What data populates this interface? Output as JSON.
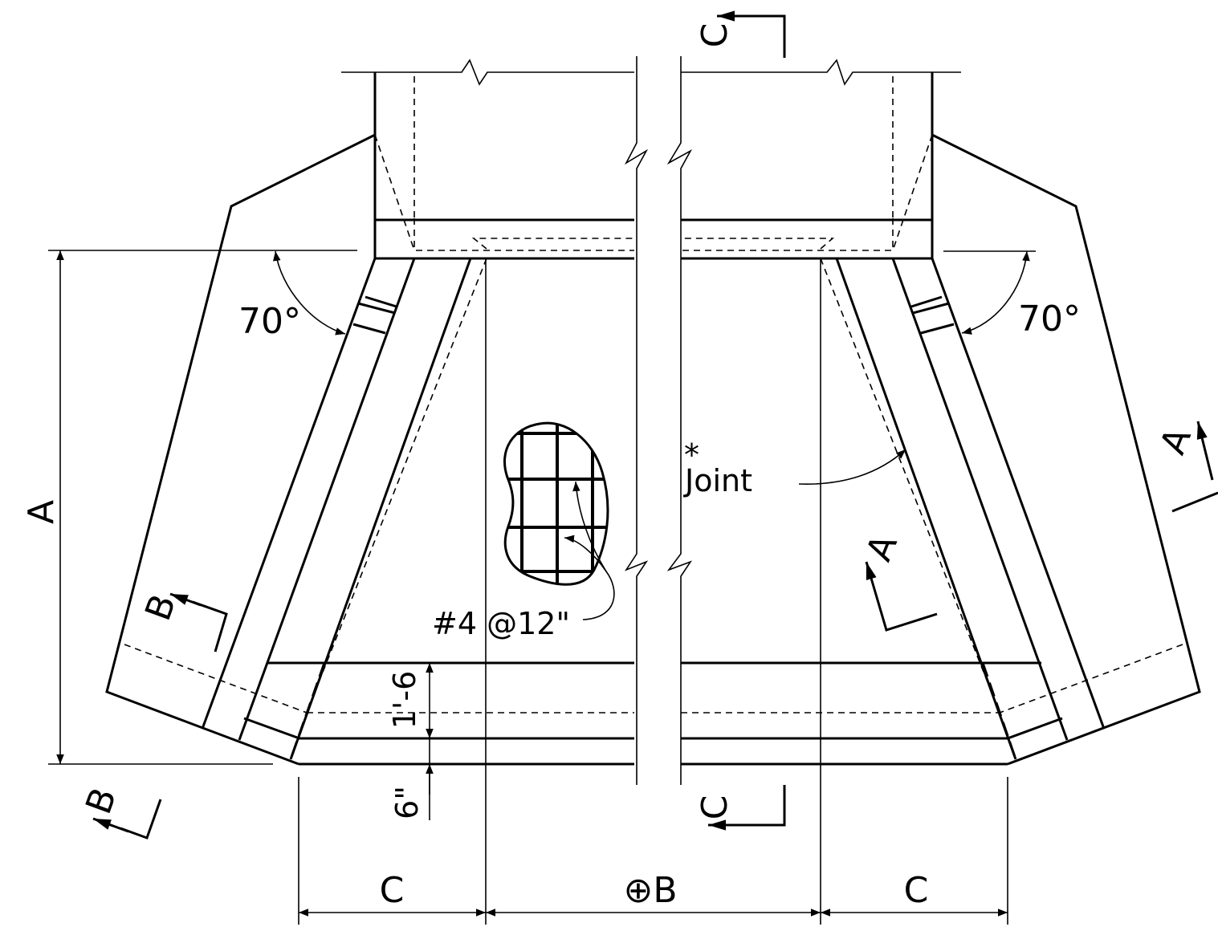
{
  "drawing": {
    "wing_angle_left": "70°",
    "wing_angle_right": "70°",
    "dim_height": "A",
    "dim_left_wing": "C",
    "dim_right_wing": "C",
    "dim_barrel_width": "⊕B",
    "dim_toe_depth": "1'-6",
    "dim_apron_thickness": "6\"",
    "rebar_label": "#4 @12\"",
    "joint_label": "Joint",
    "joint_note_mark": "*",
    "section_A_upper": "A",
    "section_A_lower": "A",
    "section_B_upper": "B",
    "section_B_lower": "B",
    "section_C_top": "C",
    "section_C_bottom": "C"
  }
}
